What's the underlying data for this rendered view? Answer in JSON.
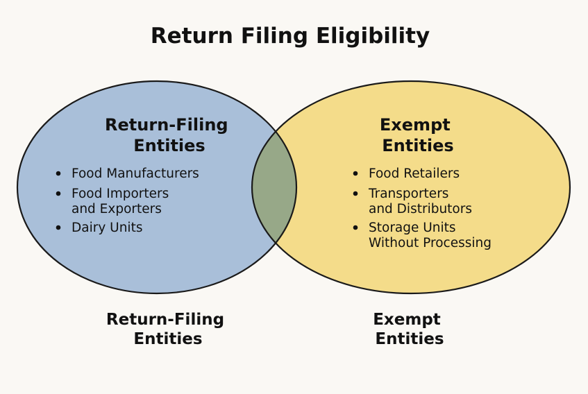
{
  "title": "Return Filing Eligibility",
  "colors": {
    "left_fill": "#a9bfd9",
    "right_fill": "#f4dc8a",
    "overlap_fill": "#97a888",
    "outline": "#1a1a1a",
    "background": "#faf8f4"
  },
  "left_set": {
    "heading": [
      "Return-Filing",
      "Entities"
    ],
    "items": [
      [
        "Food Manufacturers"
      ],
      [
        "Food Importers",
        "and Exporters"
      ],
      [
        "Dairy Units"
      ]
    ]
  },
  "right_set": {
    "heading": [
      "Exempt",
      "Entities"
    ],
    "items": [
      [
        "Food Retailers"
      ],
      [
        "Transporters",
        "and Distributors"
      ],
      [
        "Storage Units",
        "Without Processing"
      ]
    ]
  },
  "captions": {
    "left": [
      "Return-Filing",
      "Entities"
    ],
    "right": [
      "Exempt",
      "Entities"
    ]
  }
}
